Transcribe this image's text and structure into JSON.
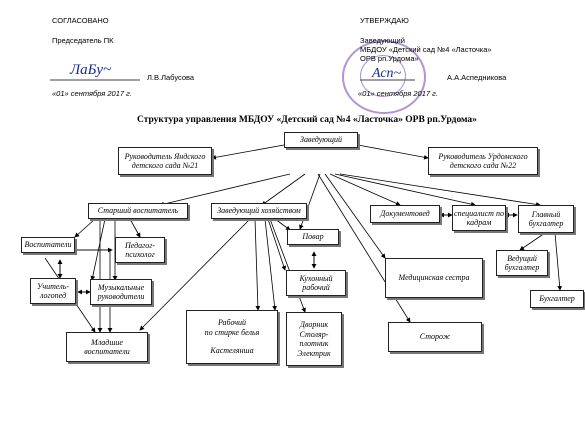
{
  "header": {
    "left": {
      "approval": "СОГЛАСОВАНО",
      "position": "Председатель ПК",
      "name": "Л.В.Лабусова",
      "date": "«01» сентября 2017 г."
    },
    "right": {
      "approval": "УТВЕРЖДАЮ",
      "position": "Заведующий",
      "org_line1": "МБДОУ «Детский сад №4 «Ласточка»",
      "org_line2": "ОРВ рп.Урдома»",
      "name": "А.А.Аспедникова",
      "date": "«01» сентября 2017 г."
    }
  },
  "title": "Структура управления МБДОУ «Детский сад №4 «Ласточка» ОРВ рп.Урдома»",
  "boxes": {
    "head": "Заведующий",
    "left_branch": [
      "Руководитель Яндского",
      "детского сада №21"
    ],
    "right_branch": [
      "Руководитель Урдомского",
      "детского сада №22"
    ],
    "senior_teacher": "Старший воспитатель",
    "caretakers": "Воспитатели",
    "psychologist": [
      "Педагог-",
      "психолог"
    ],
    "speech_therapist": [
      "Учитель-",
      "логопед"
    ],
    "music": [
      "Музыкальные",
      "руководители"
    ],
    "junior_teachers": [
      "Младшие",
      "воспитатели"
    ],
    "supply_head": "Заведующий хозяйством",
    "cook": "Повар",
    "kitchen_worker": [
      "Кухонный",
      "рабочий"
    ],
    "laundry": [
      "Рабочий",
      "по стирке белья",
      "",
      "Кастелянша"
    ],
    "janitor": [
      "Дворник",
      "Столяр-",
      "плотник",
      "Электрик"
    ],
    "doc_clerk": "Документовед",
    "hr": [
      "специалист по",
      "кадрам"
    ],
    "chief_accountant": [
      "Главный",
      "бухгалтер"
    ],
    "lead_accountant": [
      "Ведущий",
      "бухгалтер"
    ],
    "accountant": "Бухгалтер",
    "nurse": "Медицинская сестра",
    "watchman": "Сторож"
  }
}
